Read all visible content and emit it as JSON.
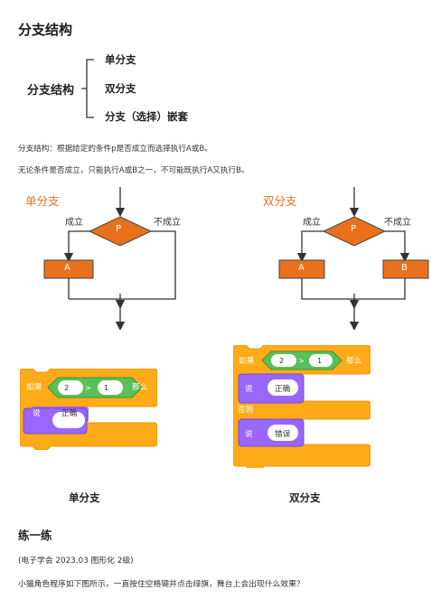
{
  "title": "分支结构",
  "tree": {
    "root": "分支结构",
    "items": [
      "单分支",
      "双分支",
      "分支（选择）嵌套"
    ]
  },
  "paragraphs": [
    "分支结构：根据给定的条件p是否成立而选择执行A或B。",
    "无论条件是否成立，只能执行A或B之一，不可能既执行A又执行B。"
  ],
  "flowcharts": {
    "single": {
      "title": "单分支",
      "yes": "成立",
      "no": "不成立",
      "cond": "P",
      "box_a": "A"
    },
    "double": {
      "title": "双分支",
      "yes": "成立",
      "no": "不成立",
      "cond": "P",
      "box_a": "A",
      "box_b": "B"
    }
  },
  "scratch": {
    "if_label": "如果",
    "then_label": "那么",
    "else_label": "否则",
    "say_label": "说",
    "left_value": "2",
    "operator": ">",
    "right_value": "1",
    "say_true": "正确",
    "say_false": "错误"
  },
  "captions": {
    "single": "单分支",
    "double": "双分支"
  },
  "colors": {
    "flow_orange": "#e9711c",
    "control_orange": "#ffab19",
    "operator_green": "#59c059",
    "looks_purple": "#9966ff"
  },
  "exercise": {
    "heading": "练一练",
    "source": "(电子学会 2023.03 图形化 2级)",
    "question": "小猫角色程序如下图所示，一直按住空格键并点击绿旗，舞台上会出现什么效果？"
  }
}
